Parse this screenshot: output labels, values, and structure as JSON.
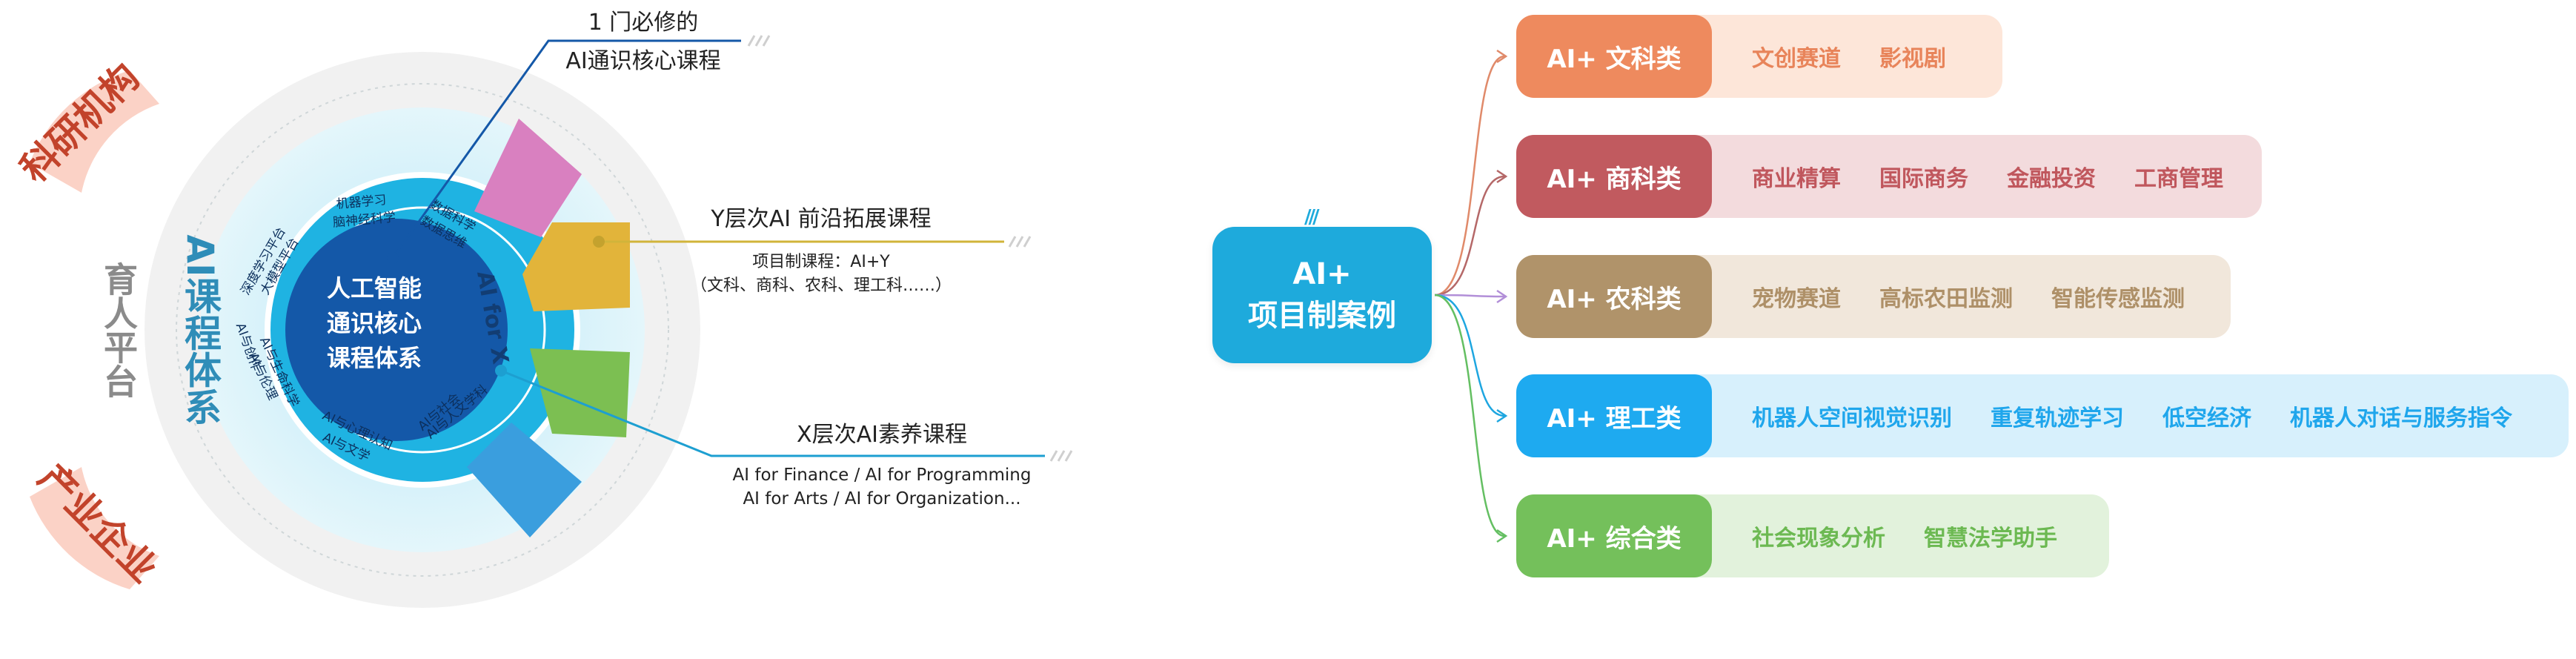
{
  "left": {
    "outer_top": "科研机构",
    "outer_bottom": "产业企业",
    "platform": "育人平台",
    "system": "AI课程体系",
    "core": [
      "人工智能",
      "通识核心",
      "课程体系"
    ],
    "ai_for_x": "AI for X",
    "inner_topics": [
      "机器学习",
      "脑神经科学",
      "数据科学",
      "数据思维",
      "深度学习平台",
      "大模型平台",
      "AI与文学",
      "AI与心理认知",
      "AI与伦理",
      "AI与生命科学",
      "AI与人文学科",
      "AI与社会",
      "AI与创作"
    ],
    "annotations": {
      "core_title_1": "1 门必修的",
      "core_title_2": "AI通识核心课程",
      "y_title": "Y层次AI 前沿拓展课程",
      "y_sub1": "项目制课程：AI+Y",
      "y_sub2": "（文科、商科、农科、理工科……）",
      "x_title": "X层次AI素养课程",
      "x_sub1": "AI for Finance / AI for Programming",
      "x_sub2": "AI for Arts / AI for Organization..."
    },
    "colors": {
      "magenta": "#d980c0",
      "yellow": "#e2b43a",
      "green": "#7cbf52",
      "blue": "#3a9ede",
      "core": "#1458a8",
      "ring": "#1eb3e3"
    }
  },
  "right": {
    "root_line1": "AI+",
    "root_line2": "项目制案例",
    "root_color": "#1eaadc",
    "categories": [
      {
        "label": "AI+ 文科类",
        "color": "#ee8a5e",
        "light": "#fde6d9",
        "text": "#e8845a",
        "items": [
          "文创赛道",
          "影视剧"
        ]
      },
      {
        "label": "AI+ 商科类",
        "color": "#c15a5f",
        "light": "#f3dbdd",
        "text": "#c0575d",
        "items": [
          "商业精算",
          "国际商务",
          "金融投资",
          "工商管理"
        ]
      },
      {
        "label": "AI+ 农科类",
        "color": "#b0936a",
        "light": "#f1e7db",
        "text": "#ae9068",
        "items": [
          "宠物赛道",
          "高标农田监测",
          "智能传感监测"
        ]
      },
      {
        "label": "AI+ 理工类",
        "color": "#1eaaf0",
        "light": "#d7f0fc",
        "text": "#1fa6ec",
        "items": [
          "机器人空间视觉识别",
          "重复轨迹学习",
          "低空经济",
          "机器人对话与服务指令"
        ]
      },
      {
        "label": "AI+ 综合类",
        "color": "#74c05b",
        "light": "#e2f2dc",
        "text": "#6cb952",
        "items": [
          "社会现象分析",
          "智慧法学助手"
        ]
      }
    ]
  }
}
